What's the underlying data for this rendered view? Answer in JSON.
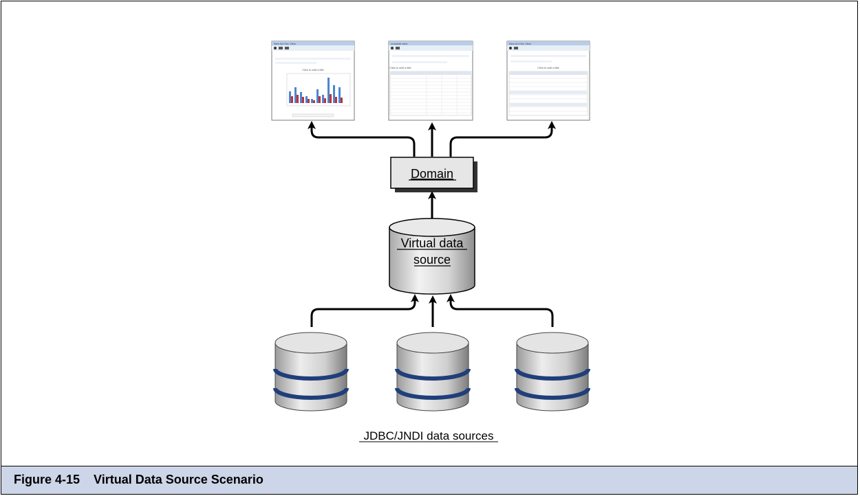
{
  "diagram": {
    "domain_label": "Domain",
    "virtual_source_label_line1": "Virtual data",
    "virtual_source_label_line2": "source",
    "jdbc_label": "JDBC/JNDI data sources"
  },
  "caption": {
    "figure_number": "Figure 4-15",
    "title": "Virtual Data Source Scenario"
  },
  "thumbnails": [
    {
      "title": "New Ad Hoc View",
      "chart_placeholder": "Click to add a title"
    },
    {
      "title": "crosstab view",
      "chart_placeholder": "Click to add a title"
    },
    {
      "title": "New Ad Hoc View",
      "chart_placeholder": "Click to add a title"
    }
  ],
  "colors": {
    "caption_bar": "#cdd5e8",
    "thumb_header": "#b8cde6",
    "bar_blue": "#4a86d0",
    "bar_red": "#c0313c",
    "db_band": "#1f3f7a"
  }
}
